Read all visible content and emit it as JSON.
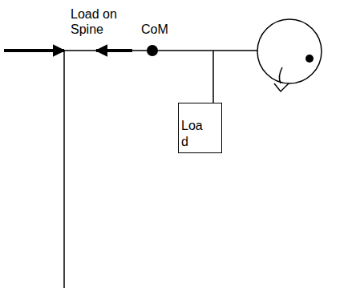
{
  "diagram": {
    "nodes": [
      {
        "text": [
          "Load"
        ]
      }
    ],
    "labels": [
      "Load on Spine",
      "CoM"
    ]
  }
}
